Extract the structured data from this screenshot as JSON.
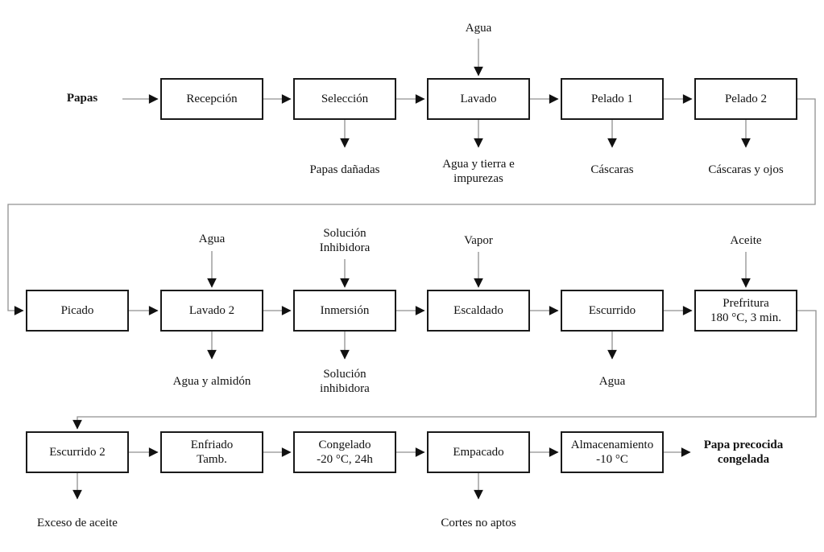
{
  "colors": {
    "line": "#909090",
    "arrowhead": "#111111",
    "box_border": "#1a1a1a",
    "box_fill": "#ffffff",
    "text": "#111111"
  },
  "start_label": "Papas",
  "final_product": {
    "line1": "Papa precocida",
    "line2": "congelada"
  },
  "nodes": {
    "recepcion": {
      "label1": "Recepción"
    },
    "seleccion": {
      "label1": "Selección",
      "output1": "Papas dañadas"
    },
    "lavado": {
      "label1": "Lavado",
      "input1": "Agua",
      "output1": "Agua y tierra e",
      "output2": "impurezas"
    },
    "pelado1": {
      "label1": "Pelado 1",
      "output1": "Cáscaras"
    },
    "pelado2": {
      "label1": "Pelado 2",
      "output1": "Cáscaras y ojos"
    },
    "picado": {
      "label1": "Picado"
    },
    "lavado2": {
      "label1": "Lavado 2",
      "input1": "Agua",
      "output1": "Agua y almidón"
    },
    "inmersion": {
      "label1": "Inmersión",
      "input1": "Solución",
      "input2": "Inhibidora",
      "output1": "Solución",
      "output2": "inhibidora"
    },
    "escaldado": {
      "label1": "Escaldado",
      "input1": "Vapor"
    },
    "escurrido": {
      "label1": "Escurrido",
      "output1": "Agua"
    },
    "prefritura": {
      "label1": "Prefritura",
      "label2": "180 °C, 3 min.",
      "input1": "Aceite"
    },
    "escurrido2": {
      "label1": "Escurrido 2",
      "output1": "Exceso de aceite"
    },
    "enfriado": {
      "label1": "Enfriado",
      "label2": "Tamb."
    },
    "congelado": {
      "label1": "Congelado",
      "label2": "-20 °C, 24h"
    },
    "empacado": {
      "label1": "Empacado",
      "output1": "Cortes no aptos"
    },
    "almacenamiento": {
      "label1": "Almacenamiento",
      "label2": "-10 °C"
    }
  }
}
